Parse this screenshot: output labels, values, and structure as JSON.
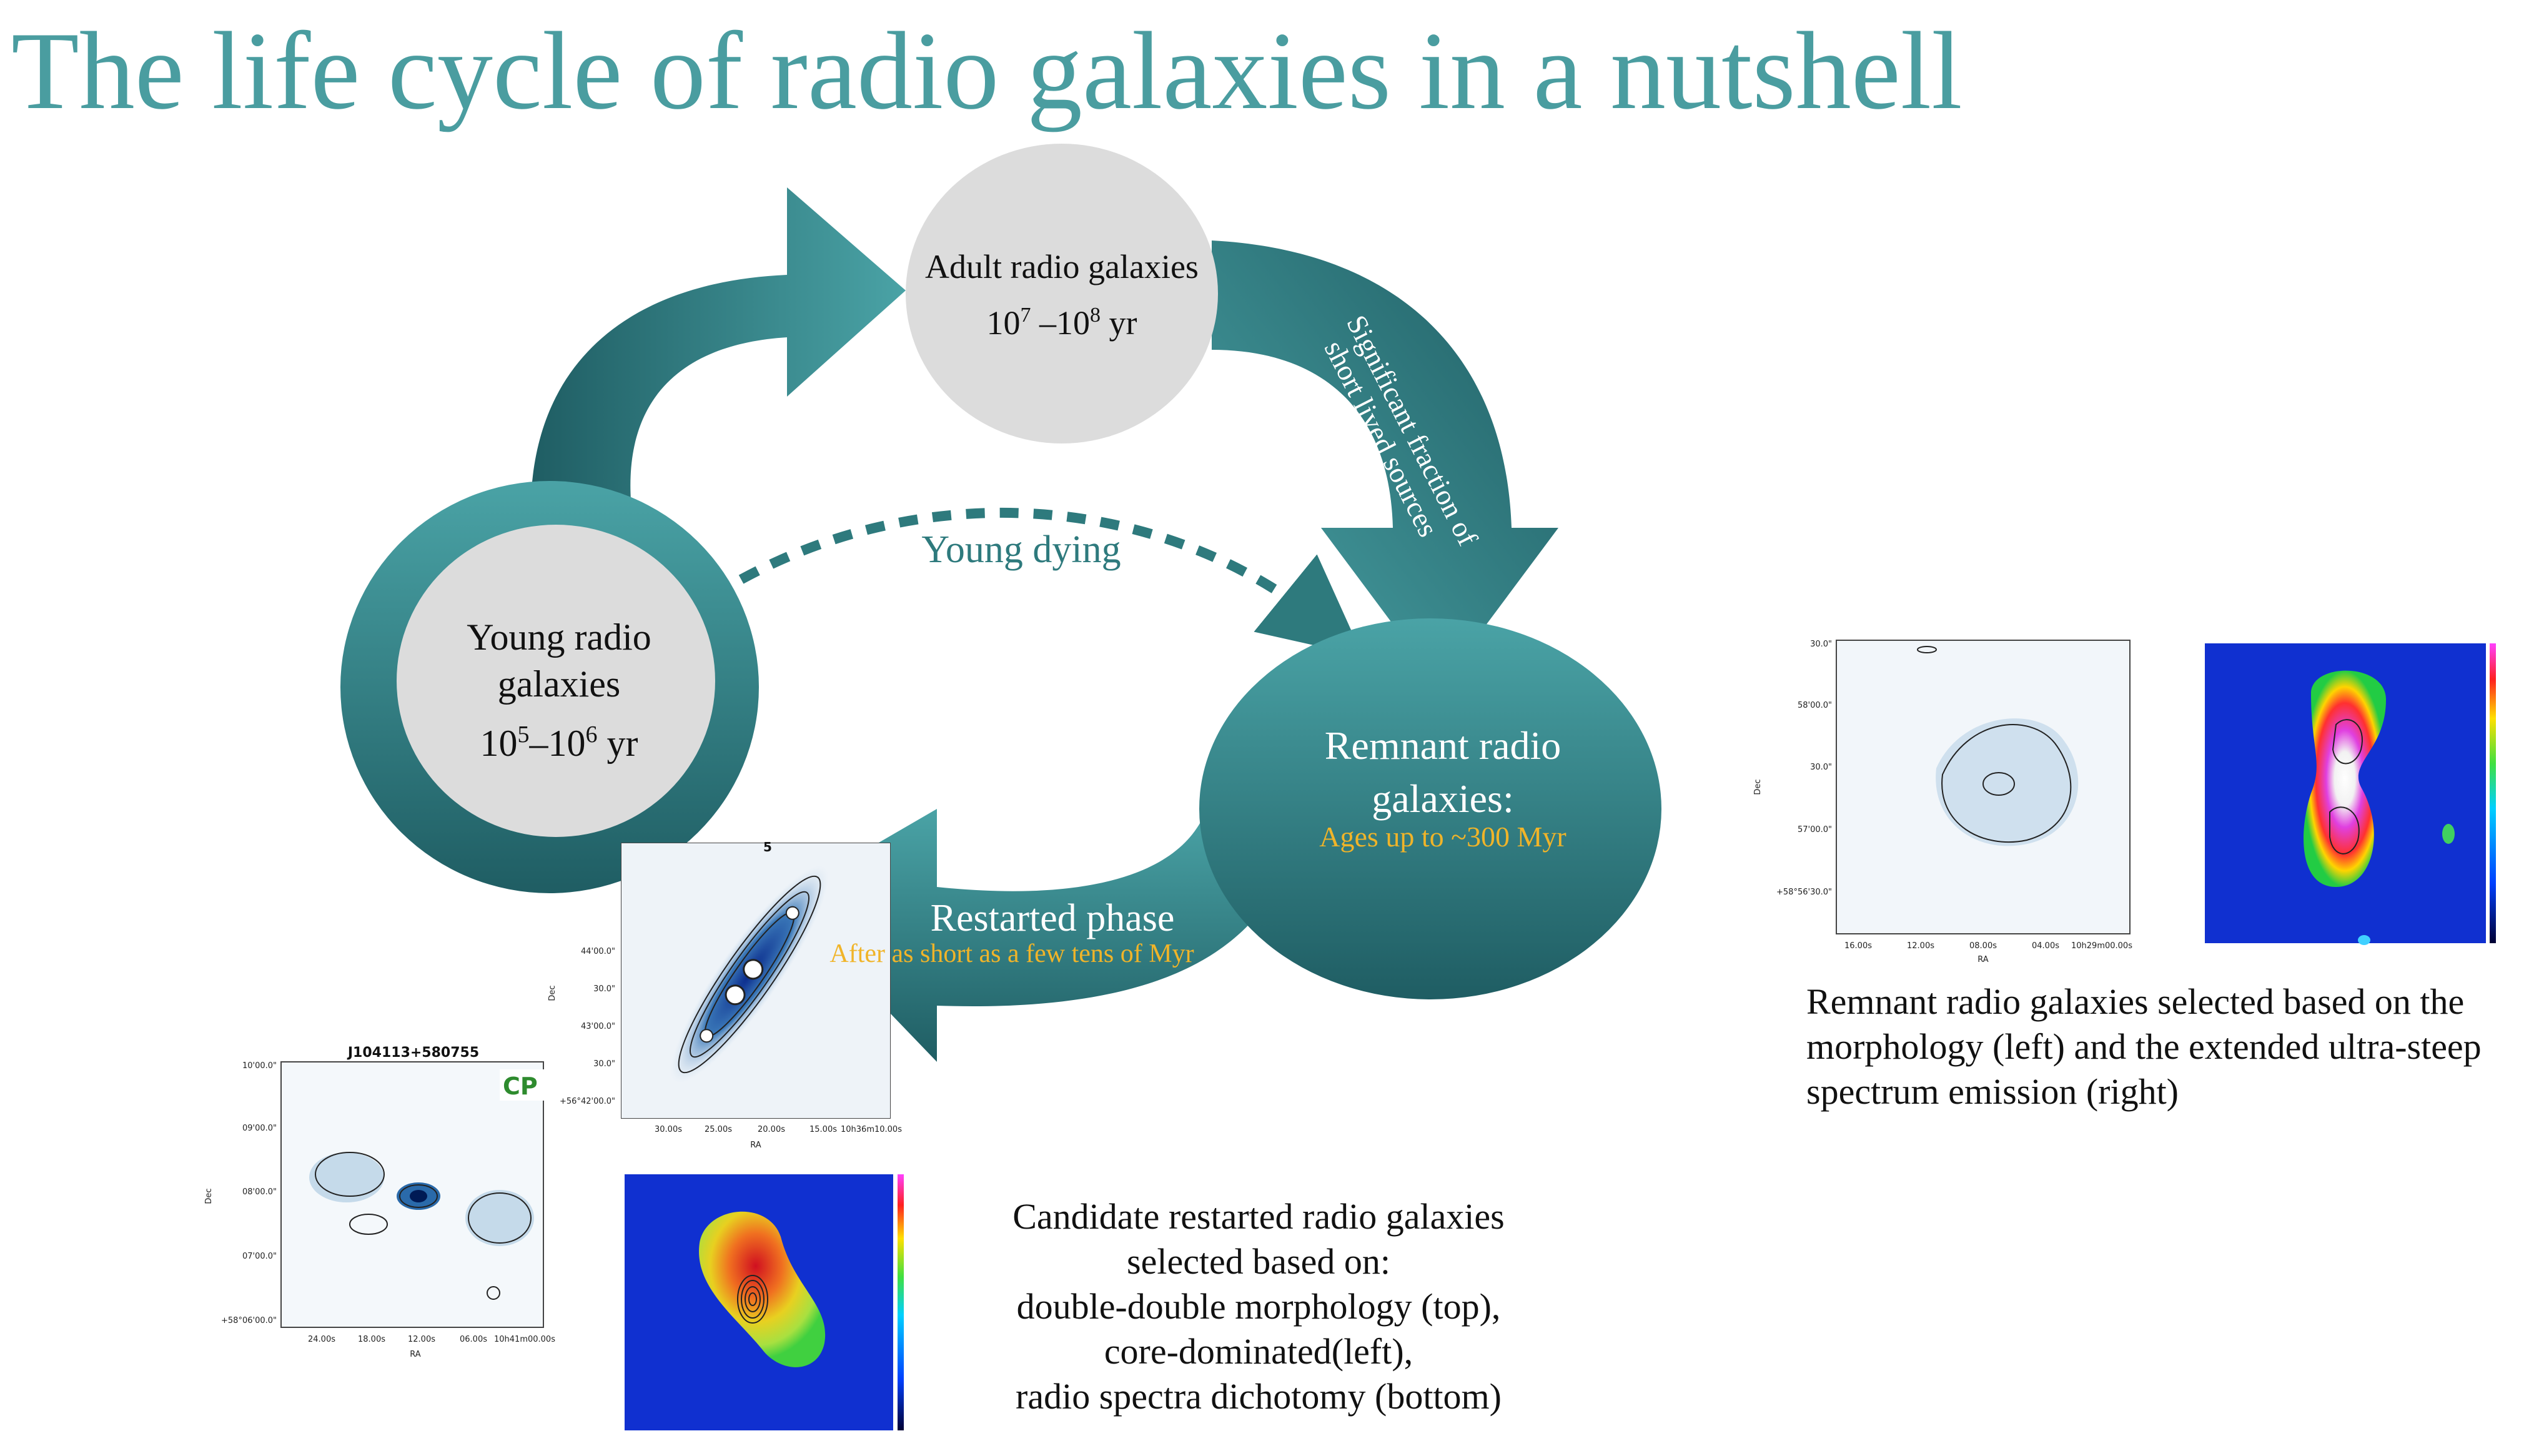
{
  "title": "The life cycle of radio galaxies in a nutshell",
  "nodes": {
    "young": {
      "label_line1": "Young radio",
      "label_line2": "galaxies",
      "age_base1": "10",
      "age_exp1": "5",
      "age_sep": "–",
      "age_base2": "10",
      "age_exp2": "6",
      "age_unit": " yr"
    },
    "adult": {
      "label": "Adult radio galaxies",
      "age_base1": "10",
      "age_exp1": "7",
      "age_sep": " –",
      "age_base2": "10",
      "age_exp2": "8",
      "age_unit": " yr"
    },
    "remnant": {
      "label_line1": "Remnant radio",
      "label_line2": "galaxies:",
      "sublabel": "Ages up to ~300 Myr"
    }
  },
  "transitions": {
    "adult_to_remnant_line1": "Significant fraction of",
    "adult_to_remnant_line2": "short lived sources",
    "young_dying": "Young dying",
    "restarted": "Restarted phase",
    "restarted_sub": "After as short as a few tens of Myr"
  },
  "panels": {
    "double_double": {
      "title_fragment": "5",
      "y_ticks": [
        "44'00.0\"",
        "30.0\"",
        "43'00.0\"",
        "30.0\"",
        "+56°42'00.0\""
      ],
      "x_ticks": [
        "30.00s",
        "25.00s",
        "20.00s",
        "15.00s",
        "10h36m10.00s"
      ],
      "xlabel": "RA",
      "ylabel": "Dec"
    },
    "core_dominated": {
      "title": "J104113+580755",
      "badge": "CP",
      "y_ticks": [
        "10'00.0\"",
        "09'00.0\"",
        "08'00.0\"",
        "07'00.0\"",
        "+58°06'00.0\""
      ],
      "x_ticks": [
        "24.00s",
        "18.00s",
        "12.00s",
        "06.00s",
        "10h41m00.00s"
      ],
      "xlabel": "RA",
      "ylabel": "Dec"
    },
    "remnant_morphology": {
      "y_ticks": [
        "30.0\"",
        "58'00.0\"",
        "30.0\"",
        "57'00.0\"",
        "+58°56'30.0\""
      ],
      "x_ticks": [
        "16.00s",
        "12.00s",
        "08.00s",
        "04.00s",
        "10h29m00.00s"
      ],
      "xlabel": "RA",
      "ylabel": "Dec"
    }
  },
  "captions": {
    "restarted": [
      "Candidate restarted radio galaxies",
      "selected based on:",
      "double-double morphology (top),",
      "core-dominated(left),",
      "radio spectra dichotomy (bottom)"
    ],
    "remnant": [
      "Remnant radio galaxies selected based on the",
      "morphology (left) and the extended ultra-steep",
      "spectrum emission (right)"
    ]
  },
  "colors": {
    "title": "#4a9da0",
    "teal_light": "#4aa3a6",
    "teal_dark": "#1f5d63",
    "node_grey": "#dcdcdc",
    "accent_yellow": "#f0b429"
  }
}
